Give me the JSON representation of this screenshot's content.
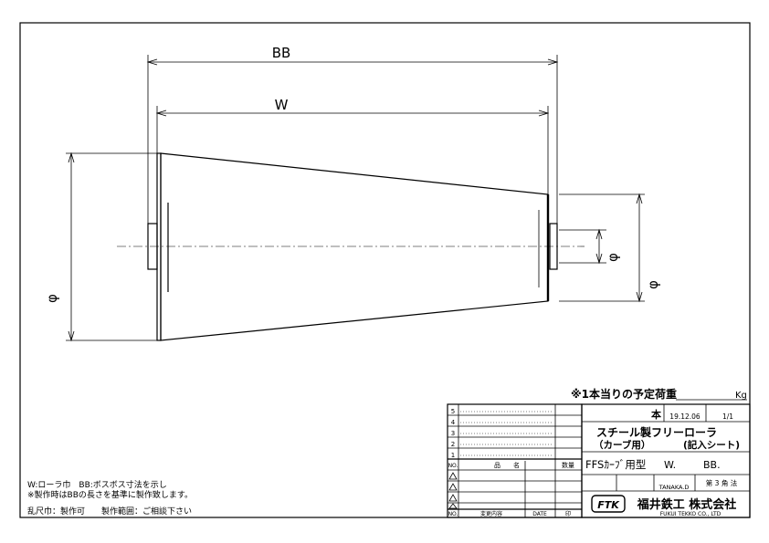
{
  "drawing": {
    "dim_bb": "BB",
    "dim_w": "W",
    "phi": "φ"
  },
  "load_note": {
    "label": "※1本当りの予定荷重",
    "unit": "Kg"
  },
  "notes": {
    "line1": "W:ローラ巾　BB:ボスボス寸法を示し",
    "line2": "※製作時はBBの長さを基準に製作致します。",
    "line3": "乱尺巾：製作可　　製作範囲：ご相談下さい"
  },
  "revision_table": {
    "rows": [
      "5",
      "4",
      "3",
      "2",
      "1"
    ],
    "header": {
      "no": "NO.",
      "name": "品　　名",
      "qty": "数量"
    },
    "footer": {
      "no": "NO.",
      "content": "変更内容",
      "date": "DATE",
      "sign": "印"
    }
  },
  "title_block": {
    "qty_unit": "本",
    "date": "19.12.06",
    "sheet": "1/1",
    "title_line1": "スチール製フリーローラ",
    "title_line2": "（カーブ用）",
    "title_line3": "(記入シート)",
    "model_prefix": "FFSｶｰﾌﾞ用型",
    "model_w": "W.",
    "model_bb": "BB.",
    "drafter": "TANAKA.D",
    "projection": "第 3 角 法",
    "logo": "FTK",
    "company_jp": "福井鉄工 株式会社",
    "company_en": "FUKUI TEKKO CO., LTD"
  }
}
